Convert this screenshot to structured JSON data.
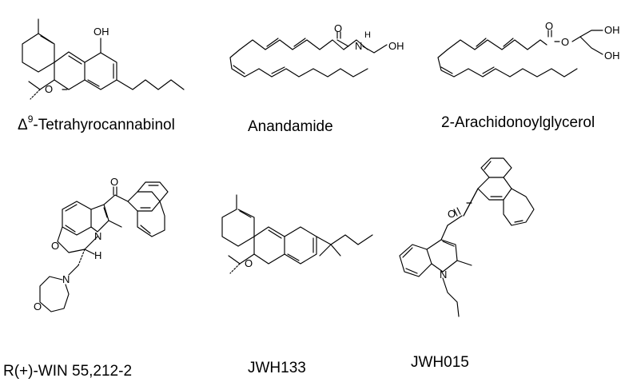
{
  "compounds": [
    {
      "name_prefix": "Δ",
      "name_sup": "9",
      "name": "-Tetrahyrocannabinol",
      "atoms": {
        "oh": "OH",
        "o": "O"
      }
    },
    {
      "name": "Anandamide",
      "atoms": {
        "o": "O",
        "h": "H",
        "n": "N",
        "oh": "OH"
      }
    },
    {
      "name": "2-Arachidonoylglycerol",
      "atoms": {
        "o_carbonyl": "O",
        "o_ester": "O",
        "oh1": "OH",
        "oh2": "OH"
      }
    },
    {
      "name": "R(+)-WIN 55,212-2",
      "atoms": {
        "o_ketone": "O",
        "o_ring": "O",
        "n_indole": "N",
        "h": "H",
        "n_morph": "N",
        "o_morph": "O"
      }
    },
    {
      "name": "JWH133",
      "atoms": {
        "o": "O"
      }
    },
    {
      "name": "JWH015",
      "atoms": {
        "o": "O",
        "n": "N"
      }
    }
  ]
}
